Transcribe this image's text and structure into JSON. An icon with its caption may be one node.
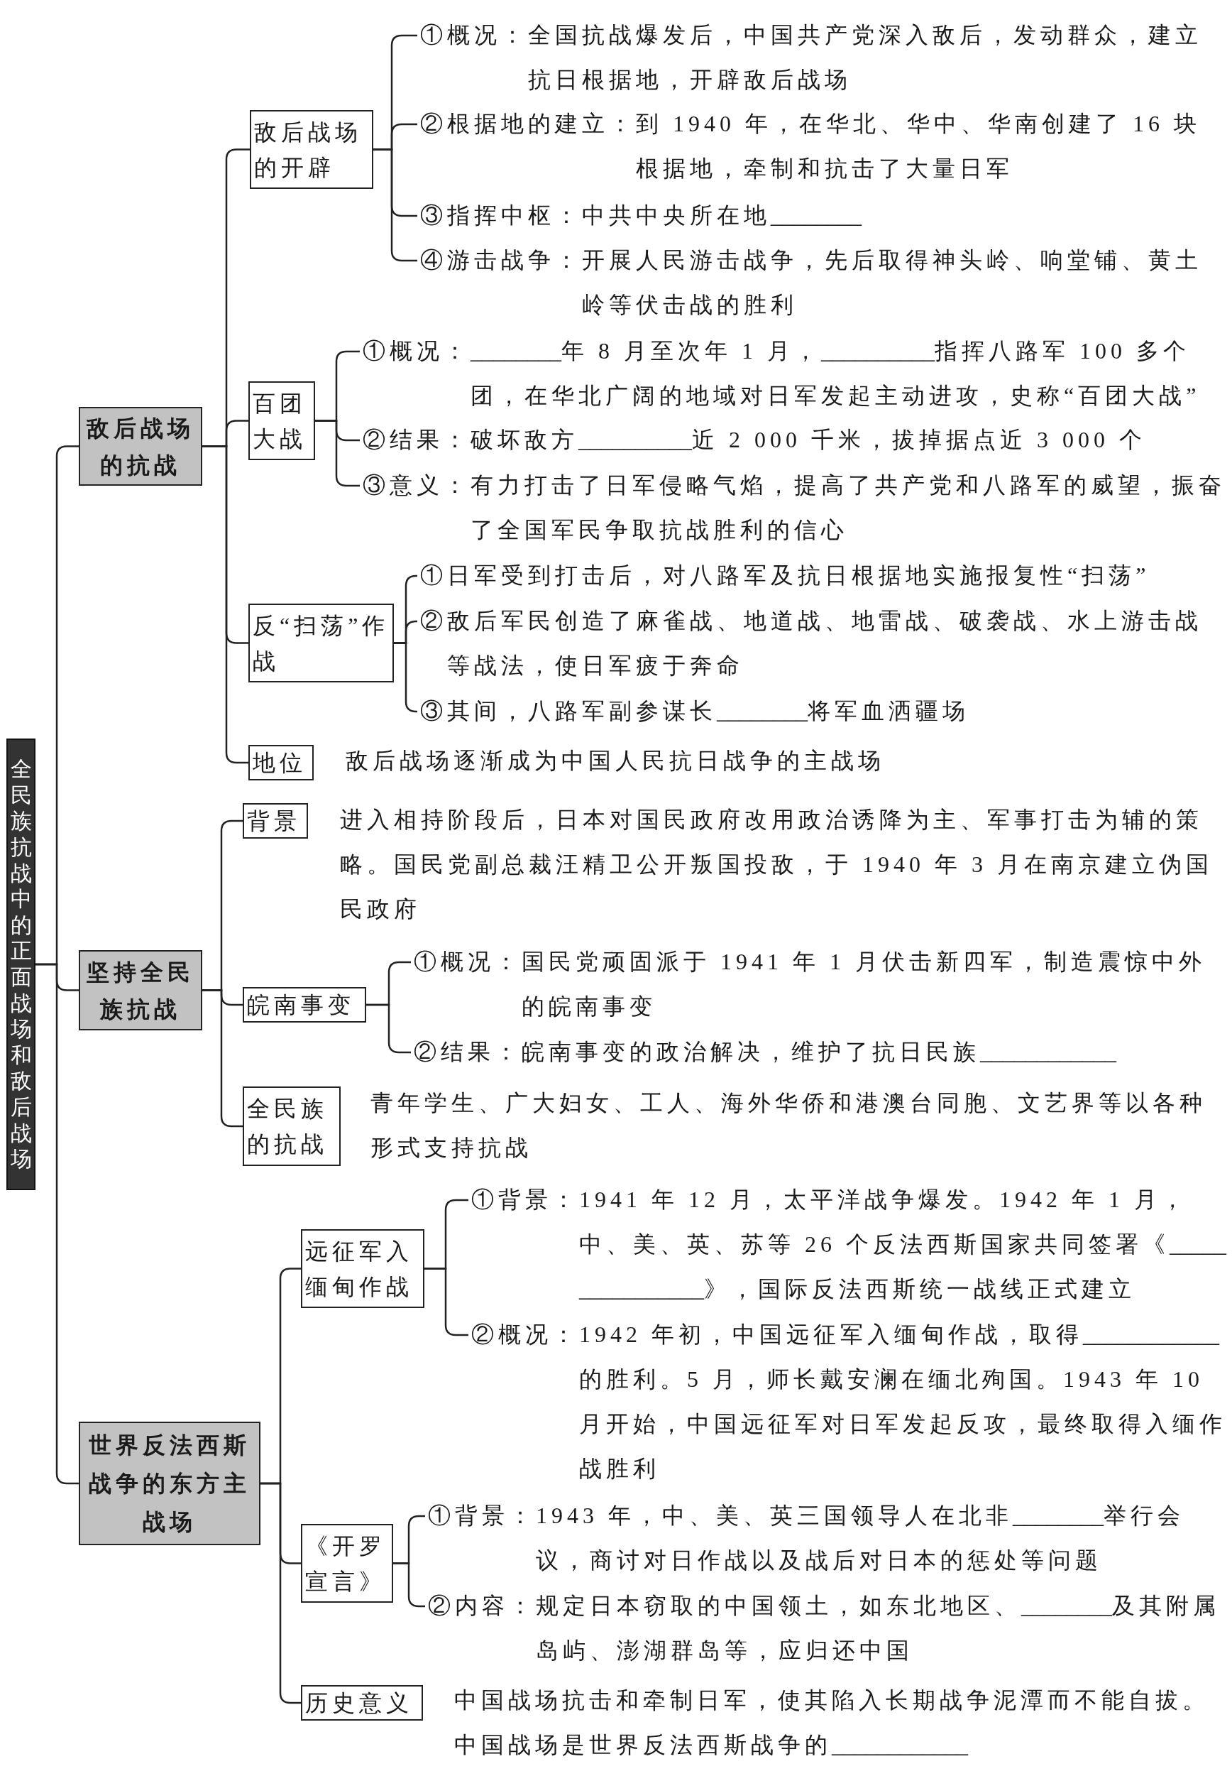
{
  "diagram": {
    "nodes": [
      {
        "text": [
          "全民族抗战中的正面战场和敌后战场"
        ]
      },
      {
        "text": [
          "敌后战场的抗战"
        ]
      },
      {
        "text": [
          "敌后战场的开辟"
        ]
      },
      {
        "text": [
          "①概况：",
          "全国抗战爆发后，中国共产党深入敌后，发动群众，建立抗日根据地，开辟敌后战场"
        ]
      },
      {
        "text": [
          "②根据地的建立：",
          "到 1940 年，在华北、华中、华南创建了 16 块根据地，牵制和抗击了大量日军"
        ]
      },
      {
        "text": [
          "③指挥中枢：",
          "中共中央所在地________"
        ]
      },
      {
        "text": [
          "④游击战争：",
          "开展人民游击战争，先后取得神头岭、响堂铺、黄土岭等伏击战的胜利"
        ]
      },
      {
        "text": [
          "百团大战"
        ]
      },
      {
        "text": [
          "①概况：",
          "________年 8 月至次年 1 月，__________指挥八路军 100 多个团，在华北广阔的地域对日军发起主动进攻，史称“百团大战”"
        ]
      },
      {
        "text": [
          "②结果：",
          "破坏敌方__________近 2 000 千米，拔掉据点近 3 000 个"
        ]
      },
      {
        "text": [
          "③意义：",
          "有力打击了日军侵略气焰，提高了共产党和八路军的威望，振奋了全国军民争取抗战胜利的信心"
        ]
      },
      {
        "text": [
          "反“扫荡”作战"
        ]
      },
      {
        "text": [
          "①日军受到打击后，对八路军及抗日根据地实施报复性“扫荡”"
        ]
      },
      {
        "text": [
          "②敌后军民创造了麻雀战、地道战、地雷战、破袭战、水上游击战等战法，使日军疲于奔命"
        ]
      },
      {
        "text": [
          "③其间，八路军副参谋长________将军血洒疆场"
        ]
      },
      {
        "text": [
          "地位"
        ],
        "beside": [
          "敌后战场逐渐成为中国人民抗日战争的主战场"
        ]
      },
      {
        "text": [
          "坚持全民族抗战"
        ]
      },
      {
        "text": [
          "背景"
        ],
        "beside": [
          "进入相持阶段后，日本对国民政府改用政治诱降为主、军事打击为辅的策略。国民党副总裁汪精卫公开叛国投敌，于 1940 年 3 月在南京建立伪国民政府"
        ]
      },
      {
        "text": [
          "皖南事变"
        ]
      },
      {
        "text": [
          "①概况：",
          "国民党顽固派于 1941 年 1 月伏击新四军，制造震惊中外的皖南事变"
        ]
      },
      {
        "text": [
          "②结果：",
          "皖南事变的政治解决，维护了抗日民族____________"
        ]
      },
      {
        "text": [
          "全民族的抗战"
        ],
        "beside": [
          "青年学生、广大妇女、工人、海外华侨和港澳台同胞、文艺界等以各种形式支持抗战"
        ]
      },
      {
        "text": [
          "世界反法西斯战争的东方主战场"
        ]
      },
      {
        "text": [
          "远征军入缅甸作战"
        ]
      },
      {
        "text": [
          "①背景：",
          "1941 年 12 月，太平洋战争爆发。1942 年 1 月，中、美、英、苏等 26 个反法西斯国家共同签署《________________》，国际反法西斯统一战线正式建立"
        ]
      },
      {
        "text": [
          "②概况：",
          "1942 年初，中国远征军入缅甸作战，取得____________的胜利。5 月，师长戴安澜在缅北殉国。1943 年 10 月开始，中国远征军对日军发起反攻，最终取得入缅作战胜利"
        ]
      },
      {
        "text": [
          "《开罗宣言》"
        ]
      },
      {
        "text": [
          "①背景：",
          "1943 年，中、美、英三国领导人在北非________举行会议，商讨对日作战以及战后对日本的惩处等问题"
        ]
      },
      {
        "text": [
          "②内容：",
          "规定日本窃取的中国领土，如东北地区、________及其附属岛屿、澎湖群岛等，应归还中国"
        ]
      },
      {
        "text": [
          "历史意义"
        ],
        "beside": [
          "中国战场抗击和牵制日军，使其陷入长期战争泥潭而不能自拔。中国战场是世界反法西斯战争的____________"
        ]
      }
    ],
    "edges": [
      {
        "from": 0,
        "to": 1,
        "arrow": "none"
      },
      {
        "from": 0,
        "to": 16,
        "arrow": "none"
      },
      {
        "from": 0,
        "to": 22,
        "arrow": "none"
      },
      {
        "from": 1,
        "to": 2,
        "arrow": "none"
      },
      {
        "from": 1,
        "to": 7,
        "arrow": "none"
      },
      {
        "from": 1,
        "to": 11,
        "arrow": "none"
      },
      {
        "from": 1,
        "to": 15,
        "arrow": "none"
      },
      {
        "from": 2,
        "to": 3,
        "arrow": "none"
      },
      {
        "from": 2,
        "to": 4,
        "arrow": "none"
      },
      {
        "from": 2,
        "to": 5,
        "arrow": "none"
      },
      {
        "from": 2,
        "to": 6,
        "arrow": "none"
      },
      {
        "from": 7,
        "to": 8,
        "arrow": "none"
      },
      {
        "from": 7,
        "to": 9,
        "arrow": "none"
      },
      {
        "from": 7,
        "to": 10,
        "arrow": "none"
      },
      {
        "from": 11,
        "to": 12,
        "arrow": "none"
      },
      {
        "from": 11,
        "to": 13,
        "arrow": "none"
      },
      {
        "from": 11,
        "to": 14,
        "arrow": "none"
      },
      {
        "from": 16,
        "to": 17,
        "arrow": "none"
      },
      {
        "from": 16,
        "to": 18,
        "arrow": "none"
      },
      {
        "from": 16,
        "to": 21,
        "arrow": "none"
      },
      {
        "from": 18,
        "to": 19,
        "arrow": "none"
      },
      {
        "from": 18,
        "to": 20,
        "arrow": "none"
      },
      {
        "from": 22,
        "to": 23,
        "arrow": "none"
      },
      {
        "from": 22,
        "to": 26,
        "arrow": "none"
      },
      {
        "from": 22,
        "to": 29,
        "arrow": "none"
      },
      {
        "from": 23,
        "to": 24,
        "arrow": "none"
      },
      {
        "from": 23,
        "to": 25,
        "arrow": "none"
      },
      {
        "from": 26,
        "to": 27,
        "arrow": "none"
      },
      {
        "from": 26,
        "to": 28,
        "arrow": "none"
      }
    ]
  }
}
